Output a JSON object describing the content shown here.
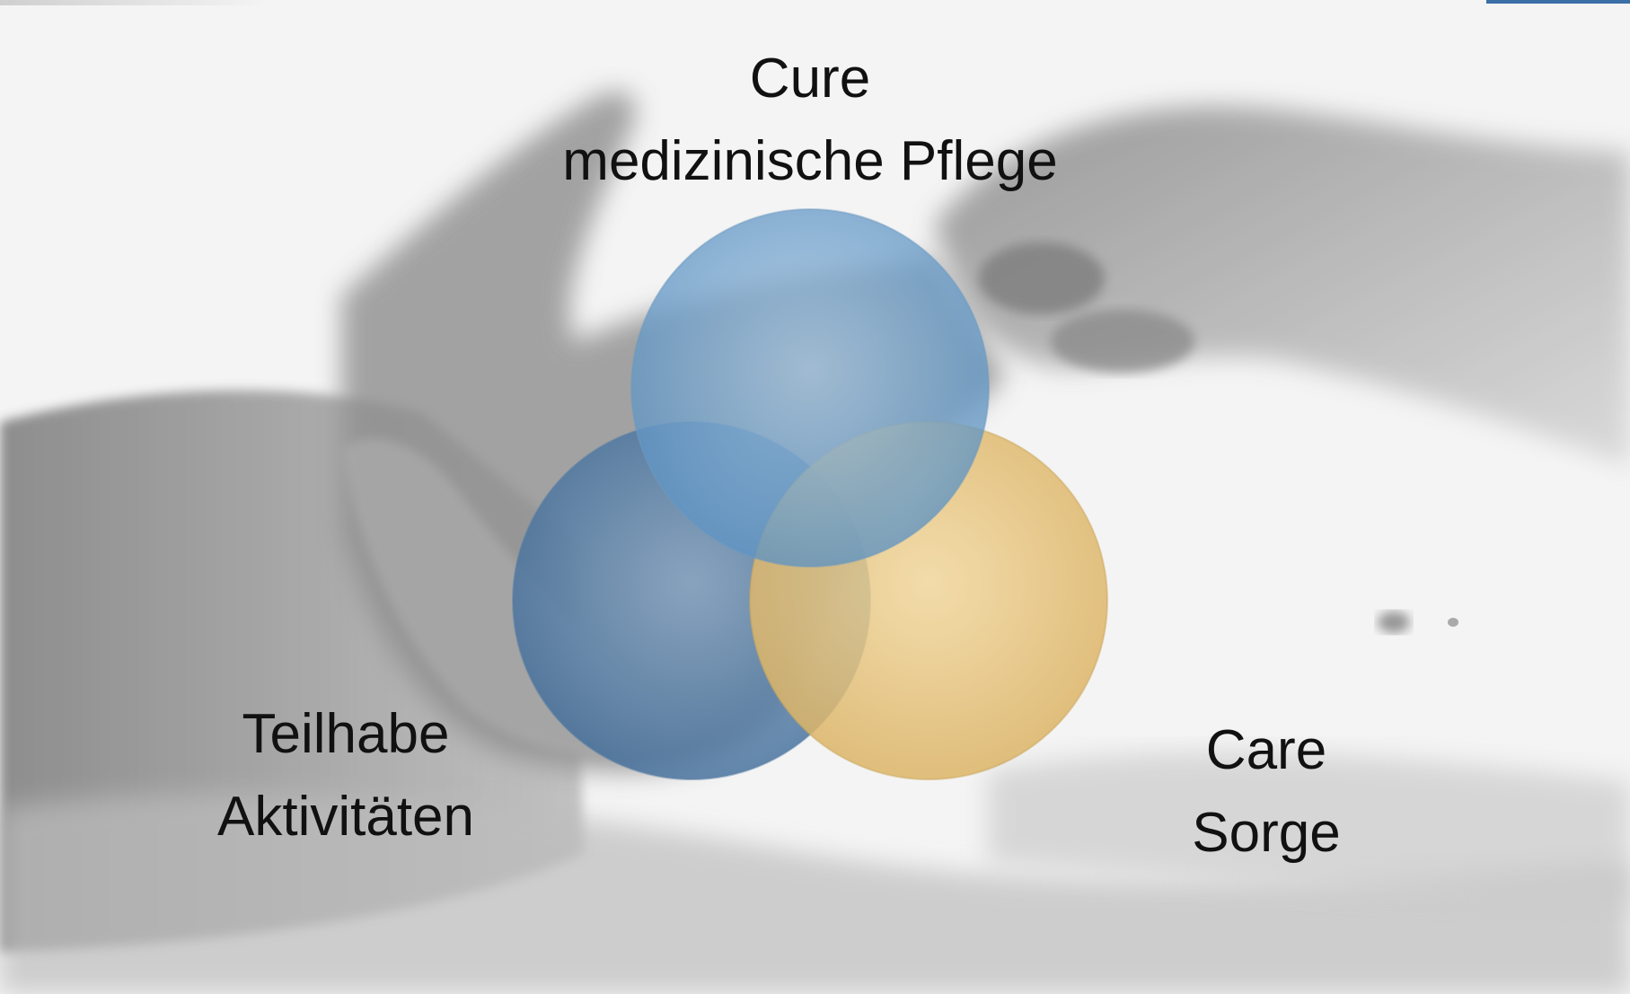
{
  "labels": {
    "cure": {
      "line1": "Cure",
      "line2": "medizinische Pflege"
    },
    "teilhabe": {
      "line1": "Teilhabe",
      "line2": "Aktivitäten"
    },
    "care": {
      "line1": "Care",
      "line2": "Sorge"
    }
  },
  "colors": {
    "cure_circle": "#7faed6",
    "teilhabe_circle": "#5b86b3",
    "care_circle": "#e8c27a",
    "label_text": "#111111",
    "accent": "#3a6fa8"
  },
  "background": {
    "description_icon": "hands-photo-icon"
  }
}
